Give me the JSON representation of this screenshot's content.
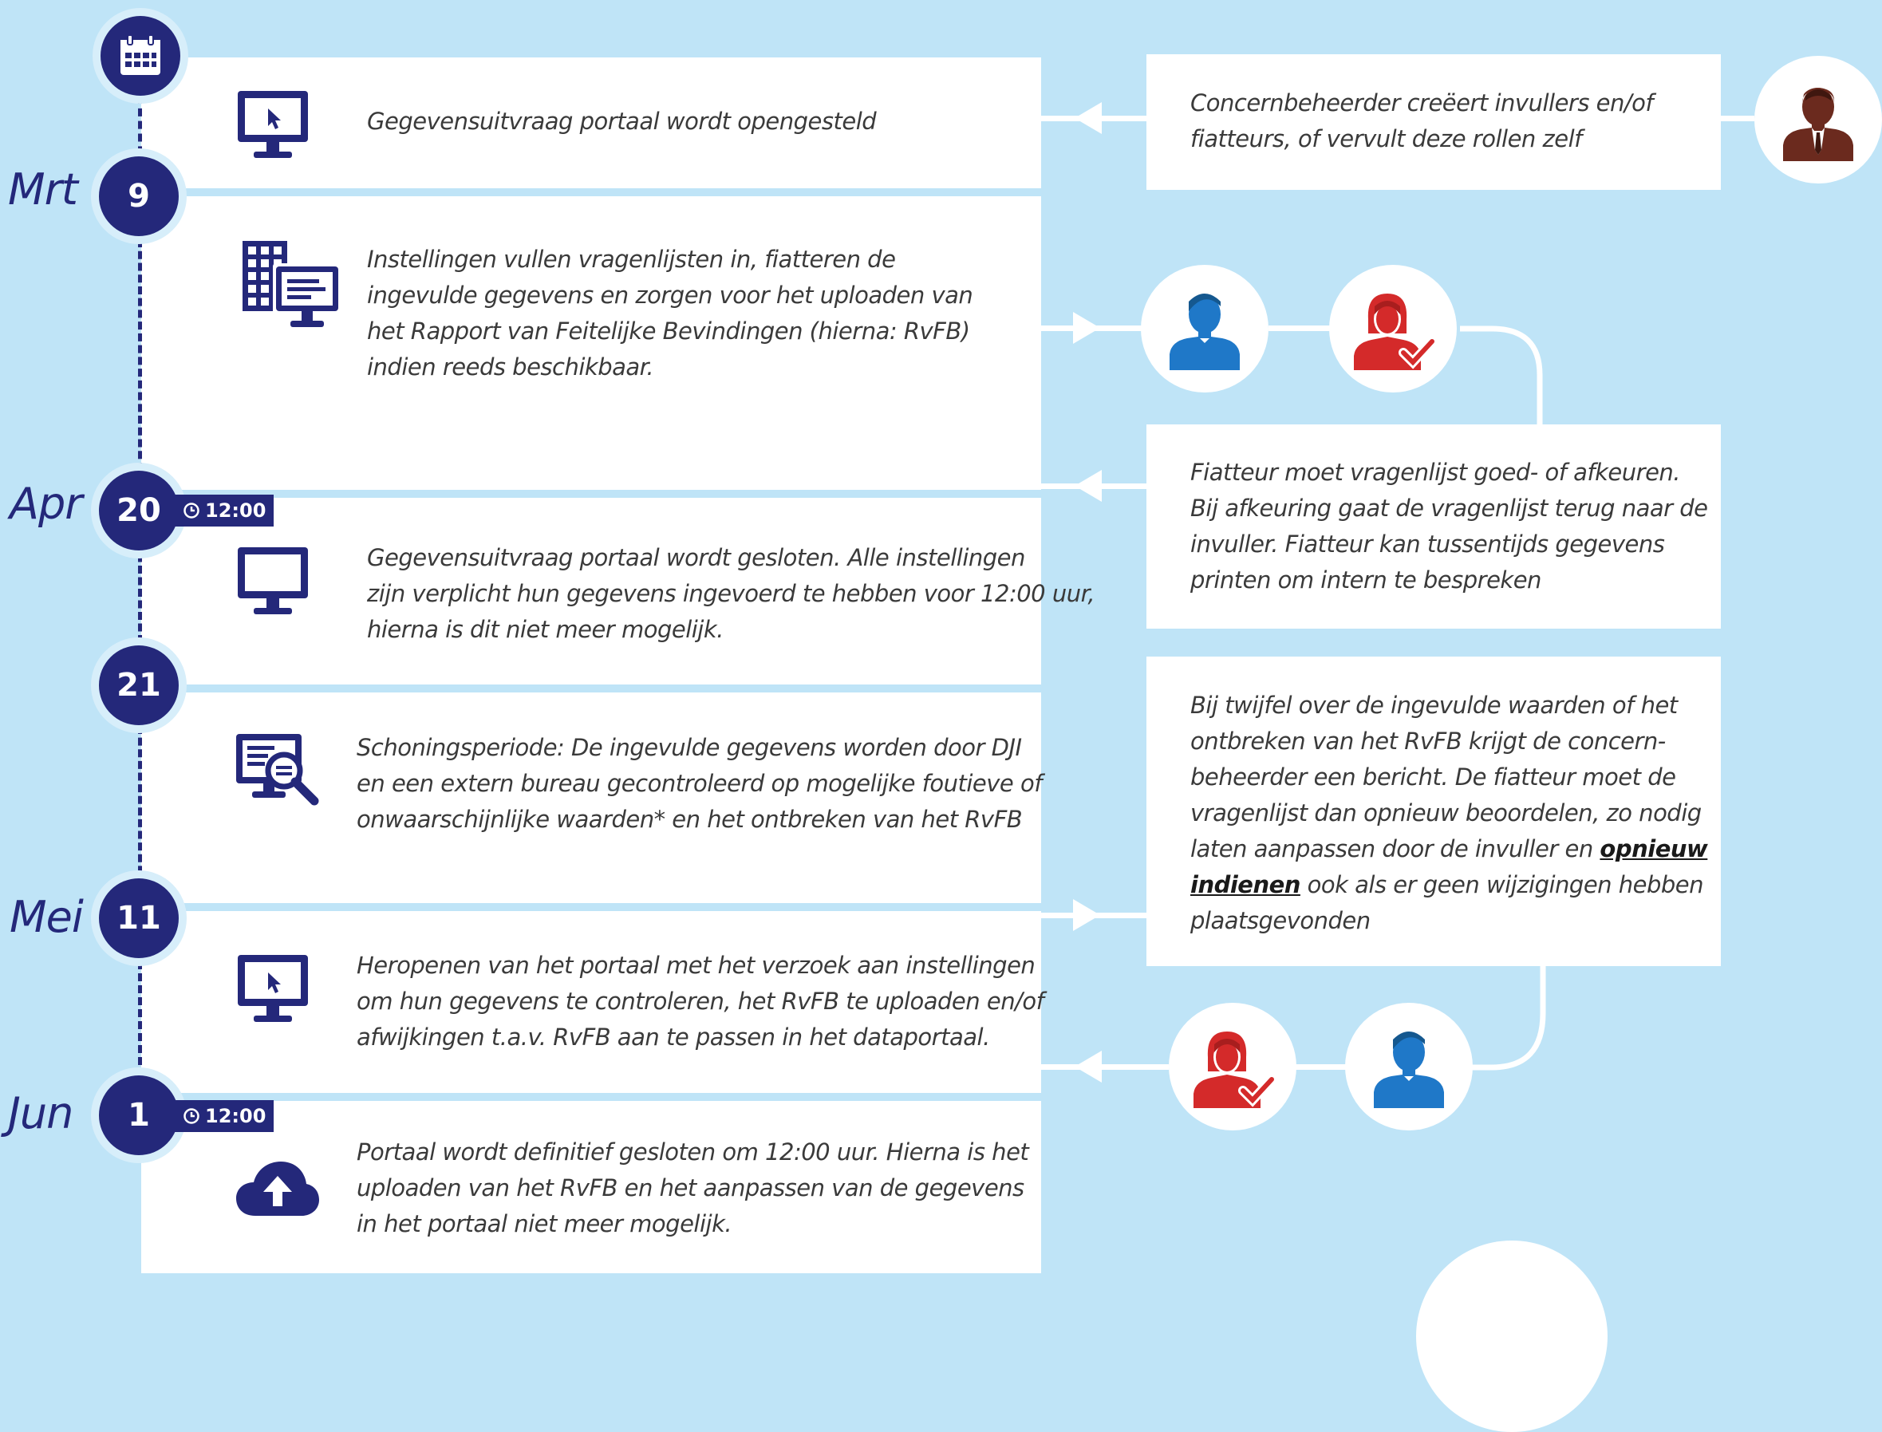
{
  "colors": {
    "navy": "#24287a",
    "blue_person": "#1f78c8",
    "red_person": "#d42a2a",
    "brown_person": "#6b2a1e",
    "background": "#bfe4f7"
  },
  "timeline": {
    "months": {
      "mrt": "Mrt",
      "apr": "Apr",
      "mei": "Mei",
      "jun": "Jun"
    },
    "days": {
      "d9": "9",
      "d20": "20",
      "d21": "21",
      "d11": "11",
      "d1": "1"
    },
    "time_badges": {
      "apr20": "12:00",
      "jun1": "12:00"
    }
  },
  "steps": [
    {
      "icon": "monitor-cursor-icon",
      "text": [
        "Gegevensuitvraag portaal wordt opengesteld"
      ]
    },
    {
      "icon": "building-monitor-icon",
      "text": [
        "Instellingen vullen vragenlijsten in, fiatteren de",
        "ingevulde gegevens en zorgen voor het uploaden van",
        "het Rapport van Feitelijke Bevindingen (hierna: RvFB)",
        "indien reeds beschikbaar."
      ]
    },
    {
      "icon": "monitor-icon",
      "text": [
        "Gegevensuitvraag portaal wordt gesloten. Alle instellingen",
        "zijn verplicht hun gegevens ingevoerd te hebben voor 12:00 uur,",
        "hierna is dit niet meer mogelijk."
      ]
    },
    {
      "icon": "document-search-icon",
      "text": [
        "Schoningsperiode: De ingevulde gegevens worden door DJI",
        "en een extern bureau gecontroleerd op mogelijke foutieve of",
        "onwaarschijnlijke waarden* en het ontbreken van het RvFB"
      ]
    },
    {
      "icon": "monitor-cursor-icon",
      "text": [
        "Heropenen van het portaal met het verzoek aan instellingen",
        "om hun gegevens te controleren, het RvFB te uploaden en/of",
        "afwijkingen t.a.v. RvFB aan te passen in het dataportaal."
      ]
    },
    {
      "icon": "cloud-upload-icon",
      "text": [
        "Portaal wordt definitief gesloten om 12:00 uur. Hierna is het",
        "uploaden van het RvFB en het aanpassen van de gegevens",
        "in het portaal niet meer mogelijk."
      ]
    }
  ],
  "notes": {
    "concern": [
      "Concernbeheerder creëert invullers en/of",
      "fiatteurs, of vervult deze rollen zelf"
    ],
    "fiatteur": [
      "Fiatteur moet vragenlijst goed- of afkeuren.",
      "Bij afkeuring gaat de vragenlijst terug naar de",
      "invuller. Fiatteur kan tussentijds gegevens",
      "printen om intern te bespreken"
    ],
    "twijfel": {
      "l1": "Bij twijfel over de ingevulde waarden of het",
      "l2": "ontbreken van het RvFB krijgt de concern-",
      "l3": "beheerder een bericht. De fiatteur moet de",
      "l4": "vragenlijst dan opnieuw beoordelen, zo nodig",
      "l5": "laten aanpassen door de invuller en ",
      "link1": "opnieuw",
      "link2": "indienen",
      "l6": " ook als er geen wijzigingen hebben",
      "l7": "plaatsgevonden"
    }
  }
}
